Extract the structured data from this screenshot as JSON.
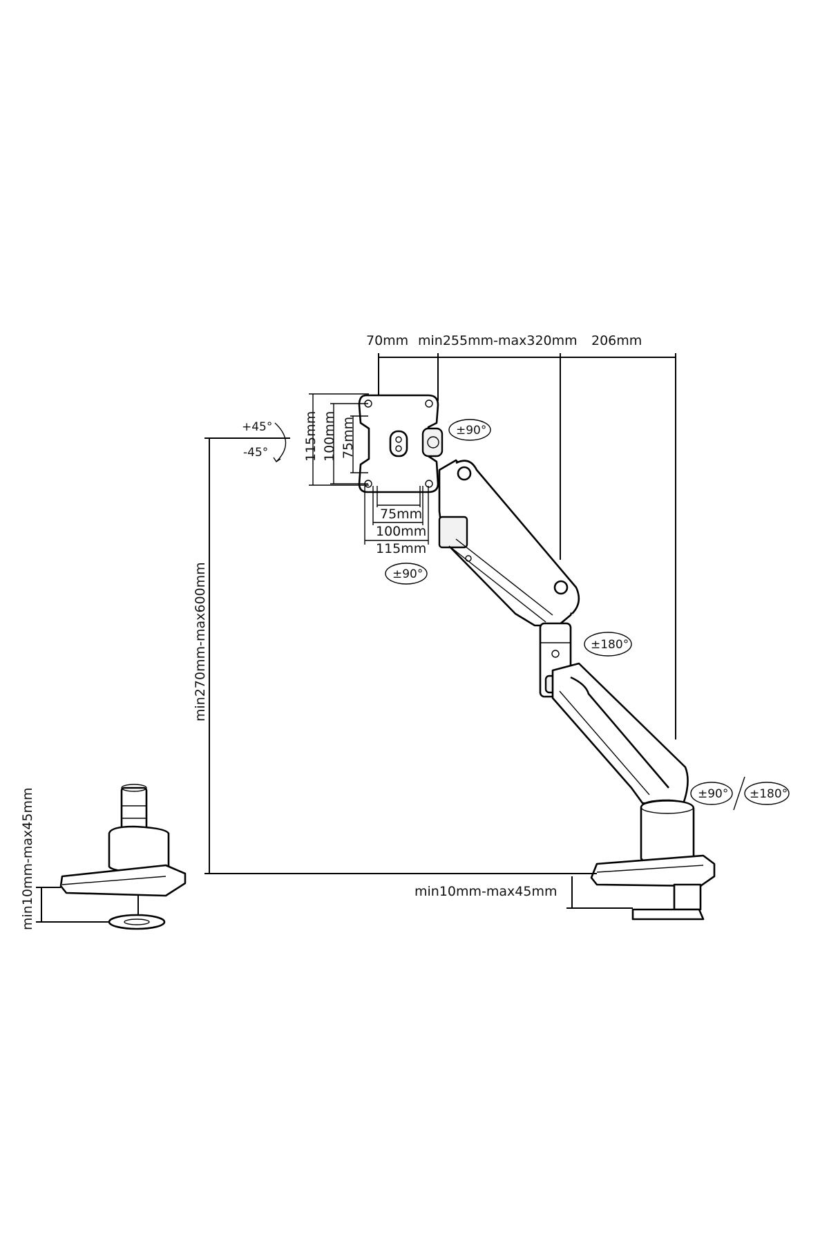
{
  "dimensions": {
    "top_left": "70mm",
    "top_middle": "min255mm-max320mm",
    "top_right": "206mm",
    "vesa_height_outer": "115mm",
    "vesa_height_mid": "100mm",
    "vesa_height_inner": "75mm",
    "vesa_width_inner": "75mm",
    "vesa_width_mid": "100mm",
    "vesa_width_outer": "115mm",
    "vertical_range": "min270mm-max600mm",
    "clamp_range_main": "min10mm-max45mm",
    "clamp_range_side": "min10mm-max45mm"
  },
  "rotations": {
    "tilt_up": "+45°",
    "tilt_down": "-45°",
    "swivel_head": "±90°",
    "rotate_head": "±90°",
    "elbow": "±180°",
    "base_a": "±90°",
    "base_b": "±180°"
  },
  "icons": [
    "rotation-arrow-icon",
    "monitor-arm-drawing",
    "desk-clamp-drawing",
    "grommet-mount-drawing"
  ]
}
